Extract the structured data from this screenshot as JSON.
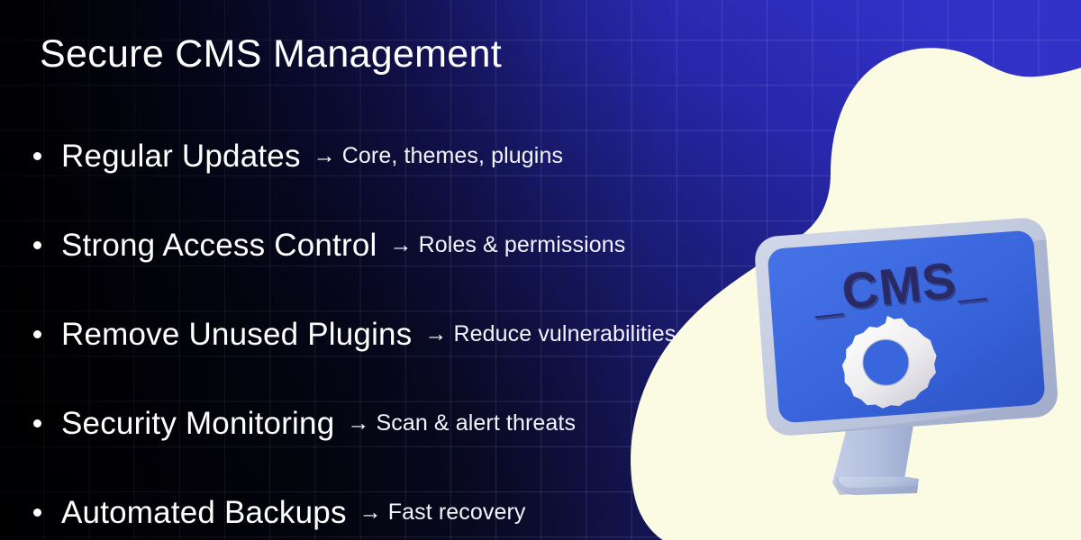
{
  "slide": {
    "title": "Secure CMS Management",
    "arrow_glyph": "→",
    "bullets": [
      {
        "title": "Regular Updates",
        "detail": "Core, themes, plugins"
      },
      {
        "title": "Strong Access Control",
        "detail": "Roles & permissions"
      },
      {
        "title": "Remove Unused Plugins",
        "detail": "Reduce vulnerabilities"
      },
      {
        "title": "Security Monitoring",
        "detail": "Scan & alert threats"
      },
      {
        "title": "Automated Backups",
        "detail": "Fast recovery"
      }
    ]
  },
  "illustration": {
    "name": "desktop-monitor-with-gear",
    "screen_label": "_CMS_",
    "icons": [
      "gear-icon"
    ],
    "colors": {
      "screen_blue": "#3a66dd",
      "bezel_gray": "#c3cbe0",
      "stand_gray": "#b6c2dd",
      "screen_text_navy": "#2e2e6e",
      "gear_white": "#f2f2f2",
      "blob_cream": "#fbfbe3",
      "background_deep_blue": "#2626a8",
      "background_black": "#05050e",
      "text_white": "#ffffff"
    }
  }
}
